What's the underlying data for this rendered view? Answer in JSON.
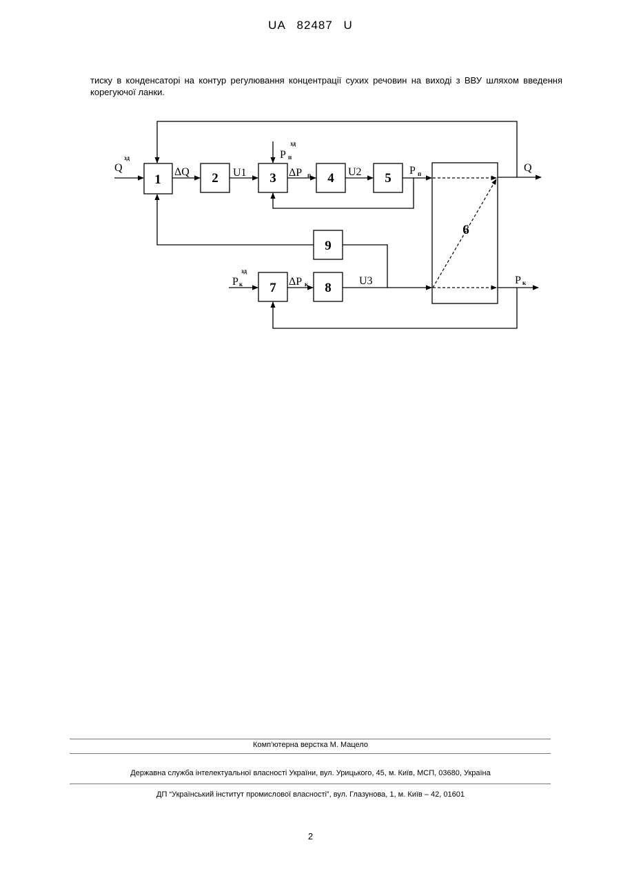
{
  "header": {
    "code": "UA",
    "number": "82487",
    "kind": "U"
  },
  "paragraph": "тиску в конденсаторі на контур регулювання концентрації сухих речовин на виході з ВВУ шляхом введення корегуючої ланки.",
  "diagram": {
    "blocks": [
      "1",
      "2",
      "3",
      "4",
      "5",
      "6",
      "7",
      "8",
      "9"
    ],
    "labels": {
      "q_in": "Q",
      "q_in_sup": "зд",
      "dq": "ΔQ",
      "u1": "U1",
      "pp_set": "P",
      "pp_set_sub": "п",
      "pp_set_sup": "зд",
      "dpp": "ΔP",
      "dpp_sub": "п",
      "u2": "U2",
      "pp_out": "P",
      "pp_out_sub": "п",
      "q_out": "Q",
      "pk_in": "P",
      "pk_in_sub": "к",
      "pk_in_sup": "зд",
      "dpk": "ΔP",
      "dpk_sub": "к",
      "u3": "U3",
      "pk_out": "P",
      "pk_out_sub": "к"
    }
  },
  "footer": {
    "layout": "Комп’ютерна верстка М. Мацело",
    "service": "Державна служба інтелектуальної власності України, вул. Урицького, 45, м. Київ, МСП, 03680, Україна",
    "institute": "ДП “Український інститут промислової власності”, вул. Глазунова, 1, м. Київ – 42, 01601"
  },
  "page_number": "2"
}
